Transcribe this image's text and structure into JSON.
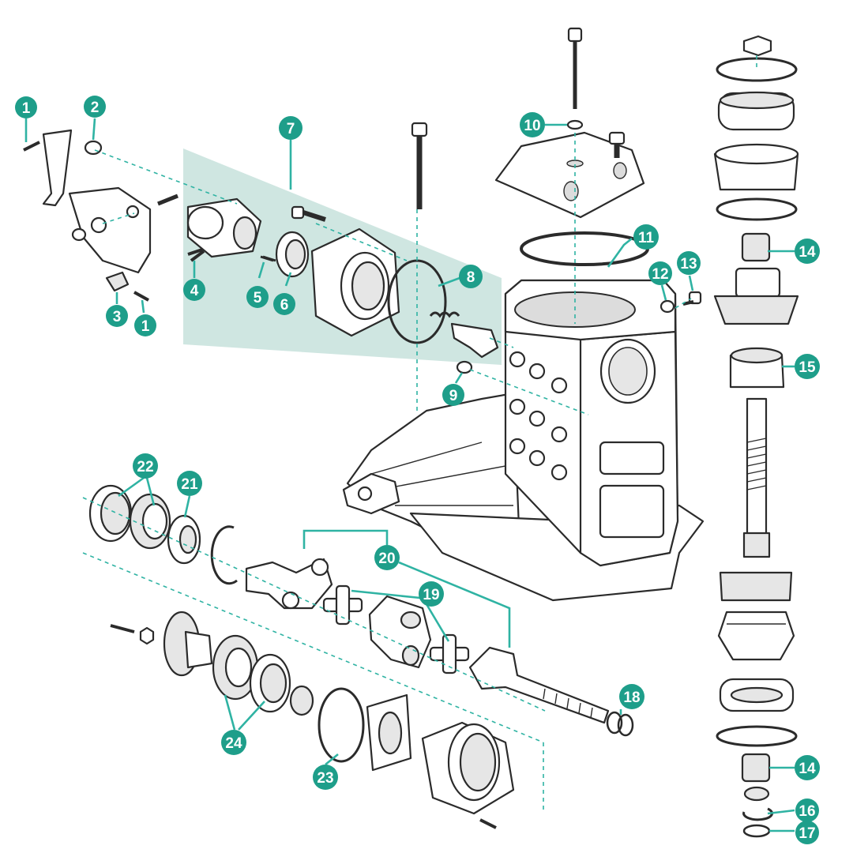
{
  "callouts": [
    {
      "id": "c1a",
      "label": "1"
    },
    {
      "id": "c1b",
      "label": "1"
    },
    {
      "id": "c2",
      "label": "2"
    },
    {
      "id": "c3",
      "label": "3"
    },
    {
      "id": "c4",
      "label": "4"
    },
    {
      "id": "c5",
      "label": "5"
    },
    {
      "id": "c6",
      "label": "6"
    },
    {
      "id": "c7",
      "label": "7"
    },
    {
      "id": "c8",
      "label": "8"
    },
    {
      "id": "c9",
      "label": "9"
    },
    {
      "id": "c10",
      "label": "10"
    },
    {
      "id": "c11",
      "label": "11"
    },
    {
      "id": "c12",
      "label": "12"
    },
    {
      "id": "c13",
      "label": "13"
    },
    {
      "id": "c14a",
      "label": "14"
    },
    {
      "id": "c14b",
      "label": "14"
    },
    {
      "id": "c15",
      "label": "15"
    },
    {
      "id": "c16",
      "label": "16"
    },
    {
      "id": "c17",
      "label": "17"
    },
    {
      "id": "c18",
      "label": "18"
    },
    {
      "id": "c19",
      "label": "19"
    },
    {
      "id": "c20",
      "label": "20"
    },
    {
      "id": "c21",
      "label": "21"
    },
    {
      "id": "c22",
      "label": "22"
    },
    {
      "id": "c23",
      "label": "23"
    },
    {
      "id": "c24",
      "label": "24"
    }
  ],
  "colors": {
    "callout_fill": "#1e9e8a",
    "leader_line": "#2fb3a3",
    "highlight_panel": "#cfe6e1",
    "outline": "#2b2b2b"
  }
}
